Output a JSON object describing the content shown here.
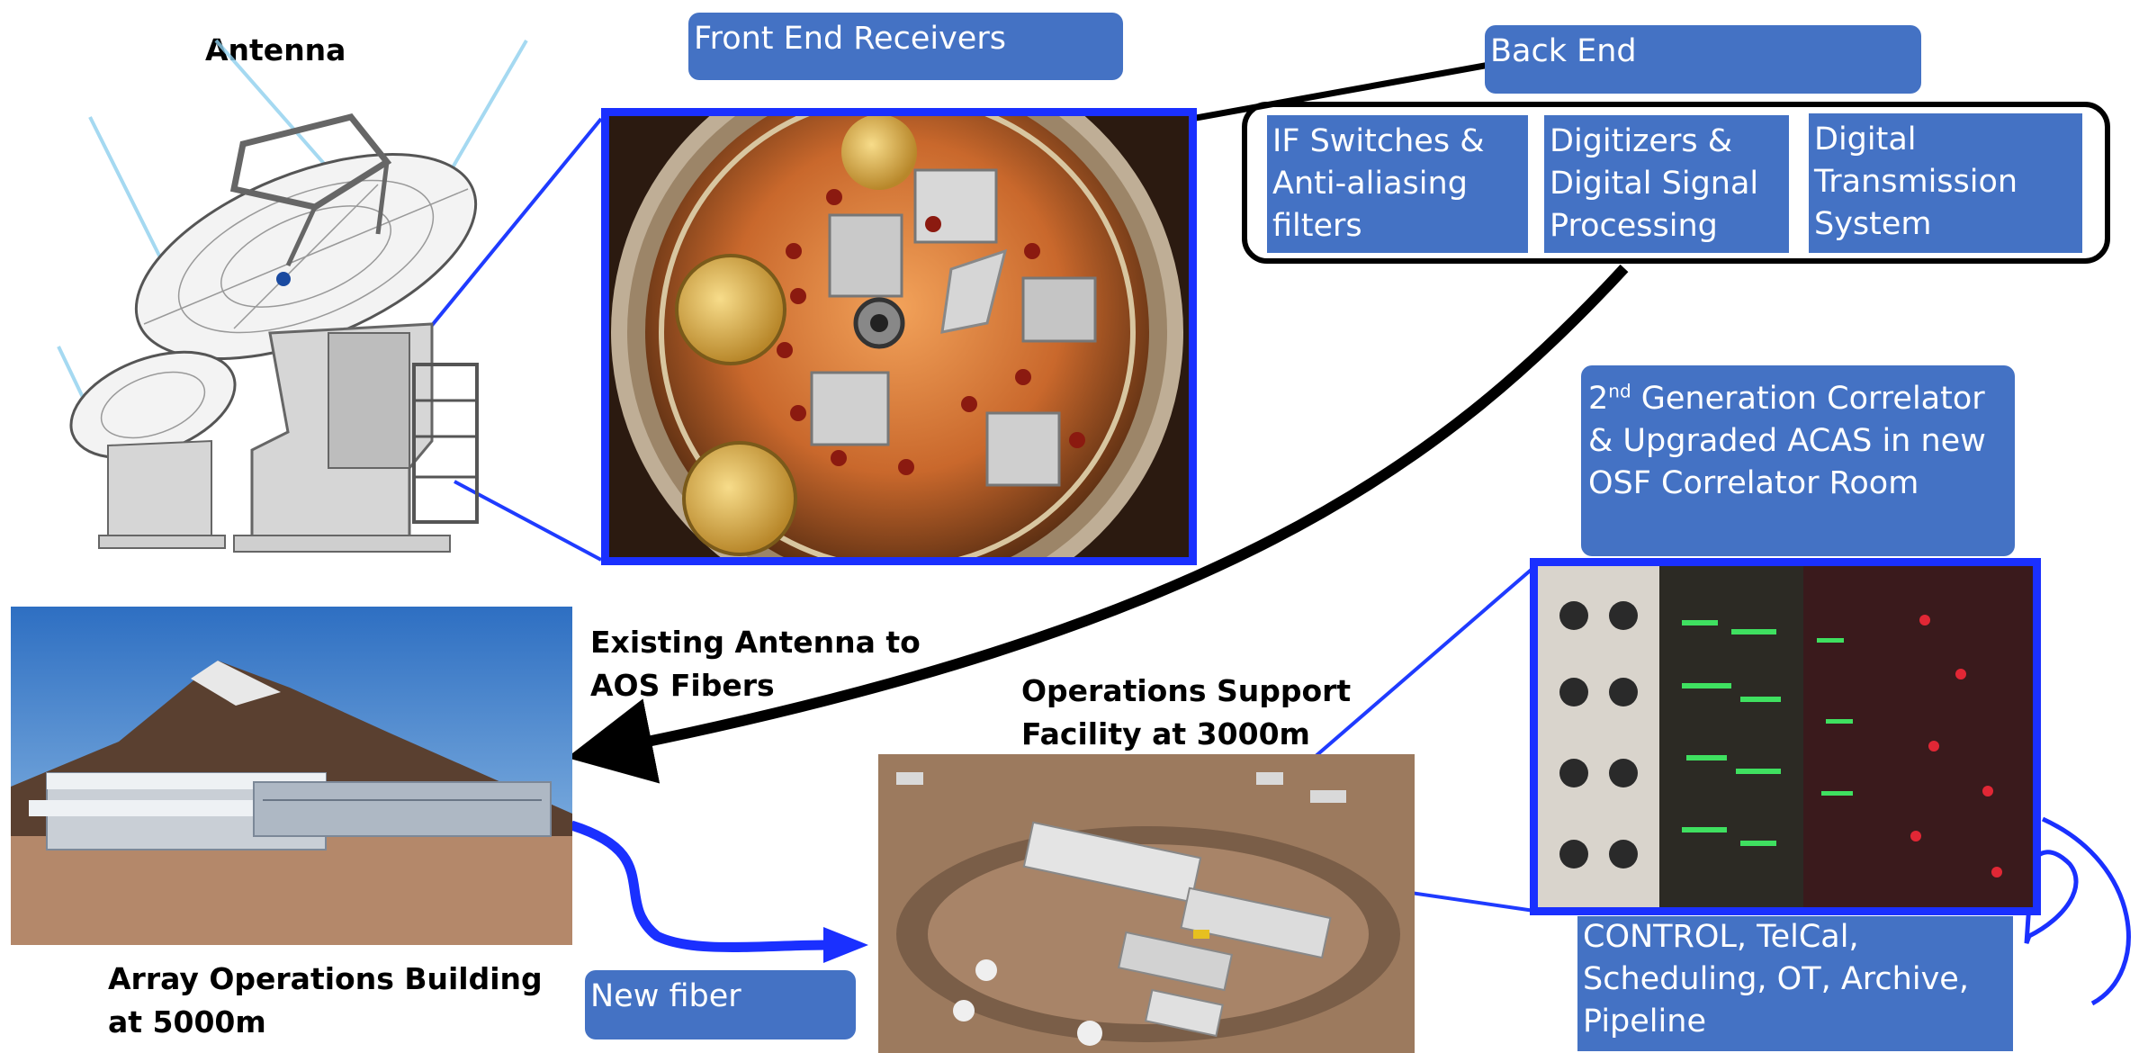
{
  "labels": {
    "antenna": "Antenna",
    "front_end": "Front End Receivers",
    "back_end": "Back End",
    "if_switches": "IF Switches & Anti-aliasing filters",
    "digitizers": "Digitizers & Digital Signal Processing",
    "digital_transmission": "Digital Transmission System",
    "correlator_sup": "nd",
    "correlator_pre": "2",
    "correlator_text": " Generation Correlator & Upgraded ACAS  in new OSF Correlator Room",
    "existing_fibers": "Existing Antenna to AOS  Fibers",
    "osf": "Operations Support Facility at 3000m",
    "aob": "Array Operations Building at 5000m",
    "new_fiber": "New fiber",
    "software": "CONTROL, TelCal, Scheduling, OT, Archive, Pipeline"
  },
  "colors": {
    "box_fill": "#4472c4",
    "frame_blue": "#1a30ff",
    "connector_blue": "#1f3bff",
    "arrow_black": "#000000"
  },
  "icons": {
    "antenna": "radio-telescope-dish",
    "receiver": "cryostat-receiver-photo",
    "building": "array-operations-building-photo",
    "facility": "operations-support-facility-aerial-photo",
    "correlator": "correlator-server-racks-photo"
  }
}
